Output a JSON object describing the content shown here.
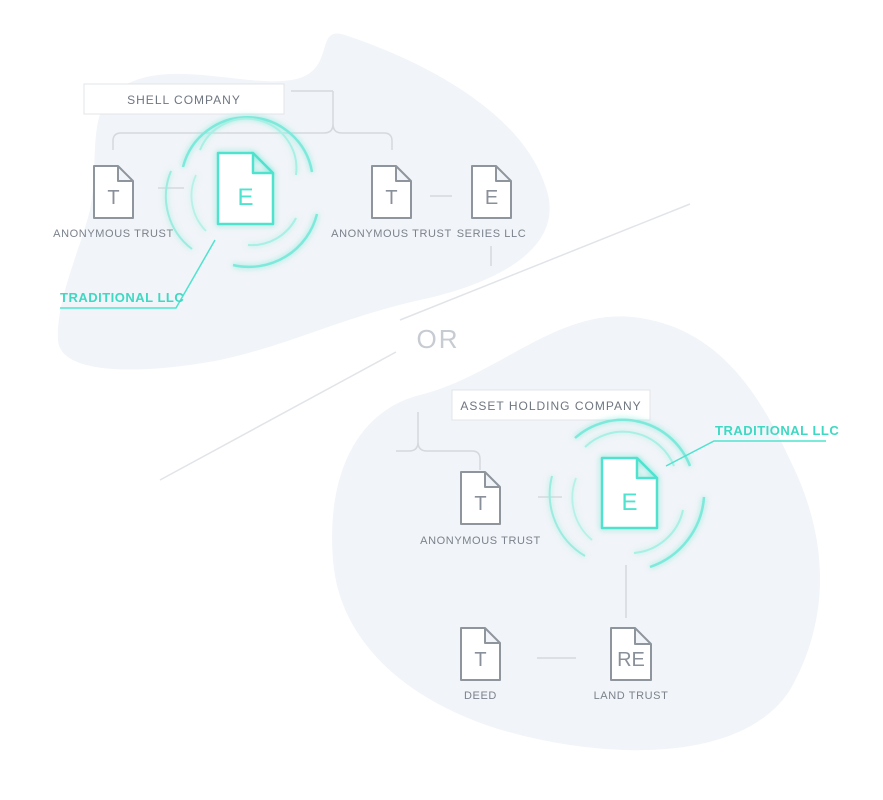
{
  "colors": {
    "accent": "#4fe3cf",
    "blob": "#f1f4f8",
    "line": "#d5d9de",
    "doc_stroke": "#8f959d",
    "label": "#7b828b"
  },
  "top": {
    "box_label": "SHELL COMPANY",
    "nodes": [
      {
        "letter": "T",
        "label": "ANONYMOUS TRUST"
      },
      {
        "letter": "E",
        "label": ""
      },
      {
        "letter": "T",
        "label": "ANONYMOUS TRUST"
      },
      {
        "letter": "E",
        "label": "SERIES LLC"
      }
    ],
    "highlight_label": "TRADITIONAL LLC"
  },
  "separator": "OR",
  "bottom": {
    "box_label": "ASSET HOLDING COMPANY",
    "nodes": [
      {
        "letter": "T",
        "label": "ANONYMOUS TRUST"
      },
      {
        "letter": "E",
        "label": ""
      },
      {
        "letter": "T",
        "label": "DEED"
      },
      {
        "letter": "RE",
        "label": "LAND TRUST"
      }
    ],
    "highlight_label": "TRADITIONAL LLC"
  }
}
